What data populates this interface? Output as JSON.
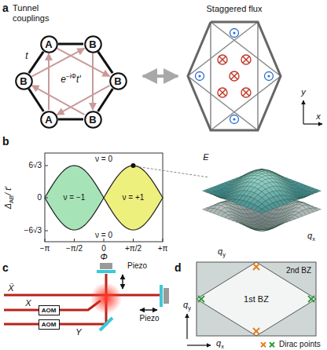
{
  "diagram": {
    "nodes": [
      {
        "text": [
          "A"
        ]
      },
      {
        "text": [
          "B"
        ]
      },
      {
        "text": [
          "B"
        ]
      },
      {
        "text": [
          "B"
        ]
      },
      {
        "text": [
          "A"
        ]
      },
      {
        "text": [
          "B"
        ]
      },
      {
        "text": [
          "AOM"
        ]
      },
      {
        "text": [
          "AOM"
        ]
      }
    ],
    "edges": [
      {
        "from": 0,
        "to": 1,
        "arrow": "none"
      },
      {
        "from": 0,
        "to": 2,
        "arrow": "none",
        "label": "t"
      },
      {
        "from": 1,
        "to": 3,
        "arrow": "none"
      },
      {
        "from": 2,
        "to": 4,
        "arrow": "none"
      },
      {
        "from": 3,
        "to": 5,
        "arrow": "none"
      },
      {
        "from": 4,
        "to": 5,
        "arrow": "none"
      },
      {
        "from": 4,
        "to": 0,
        "arrow": "to"
      },
      {
        "from": 1,
        "to": 5,
        "arrow": "to"
      },
      {
        "from": 2,
        "to": 1,
        "arrow": "to"
      },
      {
        "from": 5,
        "to": 2,
        "arrow": "to"
      },
      {
        "from": 3,
        "to": 4,
        "arrow": "to"
      },
      {
        "from": 0,
        "to": 3,
        "arrow": "to"
      }
    ],
    "labels": [
      "a",
      "Tunnel couplings",
      "Staggered flux",
      "e",
      "−iΦ",
      "t′",
      "y",
      "x",
      "b",
      "Δ",
      "AB",
      "/ t′",
      "6√3",
      "0",
      "−6√3",
      "−π",
      "−π/2",
      "0",
      "+π/2",
      "+π",
      "ν = 0",
      "ν = −1",
      "ν = +1",
      "ν = 0",
      "Φ",
      "E",
      "q",
      "x",
      "q",
      "y",
      "c",
      "Piezo",
      "Piezo",
      "X̄",
      "X",
      "Y",
      "d",
      "2nd BZ",
      "1st BZ",
      "q",
      "y",
      "q",
      "x"
    ],
    "legend": [
      {
        "text": "Dirac points"
      }
    ]
  }
}
